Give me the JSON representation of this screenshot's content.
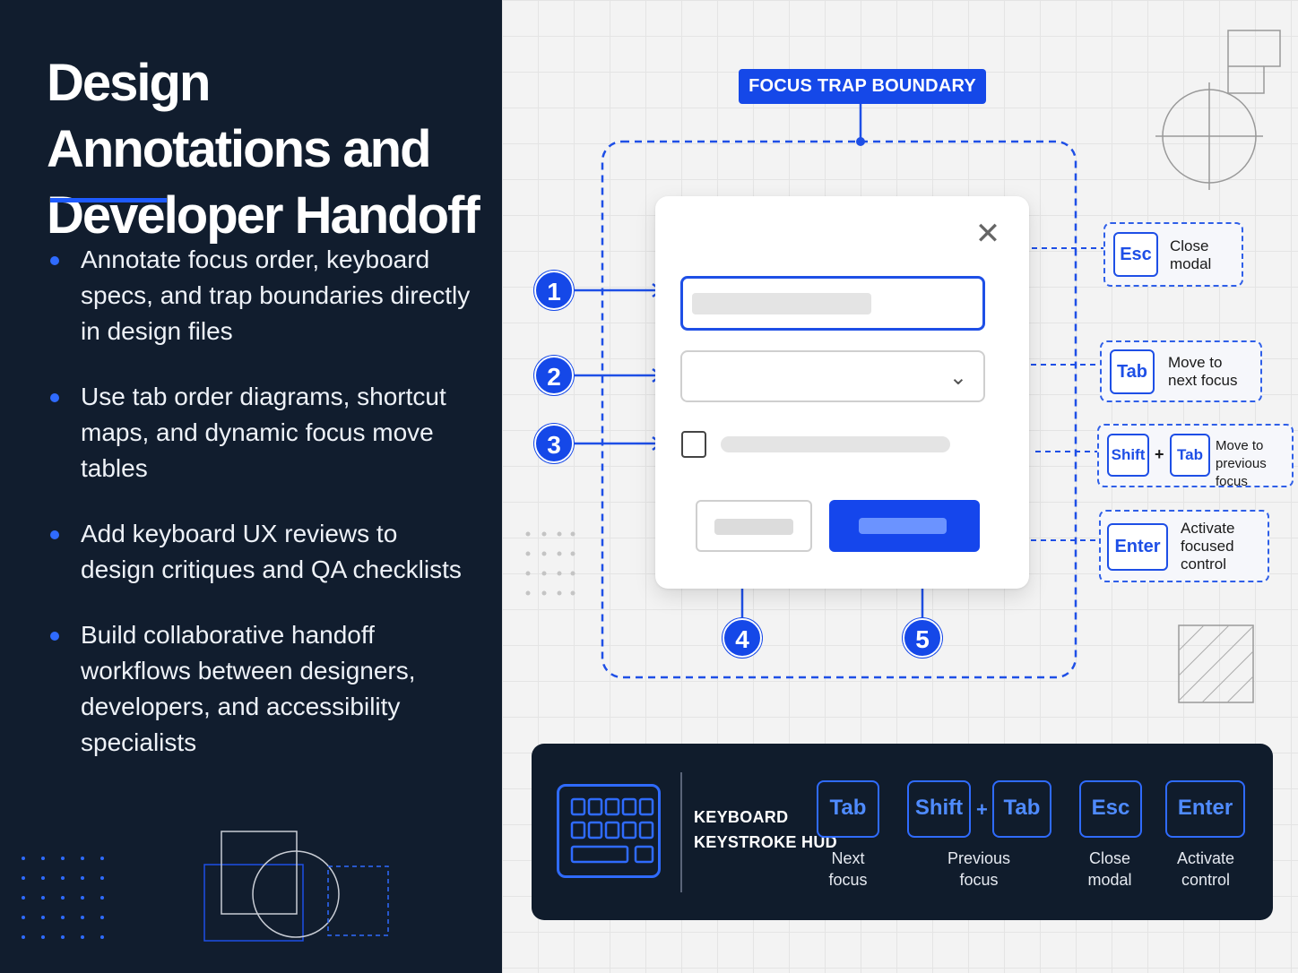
{
  "sidebar": {
    "title": "Design Annotations and Developer Handoff",
    "bullets": [
      "Annotate focus order, keyboard specs, and trap boundaries directly in design files",
      "Use tab order diagrams, shortcut maps, and dynamic focus move tables",
      "Add keyboard UX reviews to design critiques and QA checklists",
      "Build collaborative handoff workflows between designers, developers, and accessibility specialists"
    ]
  },
  "diagram": {
    "trap_label": "FOCUS TRAP BOUNDARY",
    "focus_numbers": [
      "1",
      "2",
      "3",
      "4",
      "5"
    ],
    "close_symbol": "✕",
    "chevron_symbol": "⌄",
    "annotations": [
      {
        "keys": [
          "Esc"
        ],
        "desc1": "Close",
        "desc2": "modal",
        "desc3": ""
      },
      {
        "keys": [
          "Tab"
        ],
        "desc1": "Move to",
        "desc2": "next focus",
        "desc3": ""
      },
      {
        "keys": [
          "Shift",
          "Tab"
        ],
        "plus": "+",
        "desc1": "Move to",
        "desc2": "previous focus",
        "desc3": ""
      },
      {
        "keys": [
          "Enter"
        ],
        "desc1": "Activate",
        "desc2": "focused",
        "desc3": "control"
      }
    ]
  },
  "hud": {
    "title_line1": "KEYBOARD",
    "title_line2": "KEYSTROKE HUD",
    "plus": "+",
    "items": [
      {
        "keys": [
          "Tab"
        ],
        "desc1": "Next",
        "desc2": "focus"
      },
      {
        "keys": [
          "Shift",
          "Tab"
        ],
        "desc1": "Previous",
        "desc2": "focus"
      },
      {
        "keys": [
          "Esc"
        ],
        "desc1": "Close",
        "desc2": "modal"
      },
      {
        "keys": [
          "Enter"
        ],
        "desc1": "Activate",
        "desc2": "control"
      }
    ]
  },
  "colors": {
    "panel_bg": "#111d2e",
    "accent_blue": "#1548e8",
    "canvas_bg": "#f3f3f3"
  }
}
